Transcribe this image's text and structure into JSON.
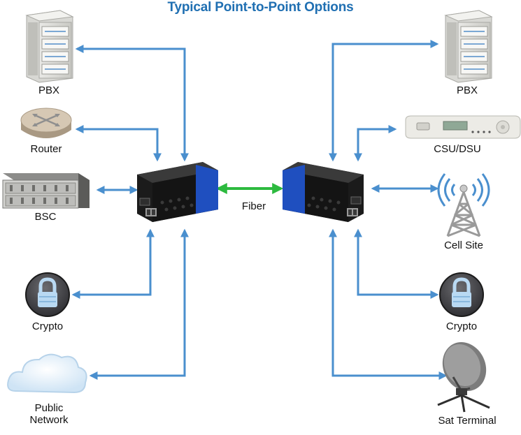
{
  "title": "Typical Point-to-Point Options",
  "link_label": "Fiber",
  "left_nodes": {
    "pbx": "PBX",
    "router": "Router",
    "bsc": "BSC",
    "crypto": "Crypto",
    "public_network": "Public\nNetwork"
  },
  "right_nodes": {
    "pbx": "PBX",
    "csu_dsu": "CSU/DSU",
    "cell_site": "Cell Site",
    "crypto": "Crypto",
    "sat_terminal": "Sat Terminal"
  },
  "colors": {
    "title": "#1f6fb2",
    "connector": "#4a8fce",
    "fiber_link": "#2dba3f",
    "converter_blue": "#1f4fbf"
  }
}
